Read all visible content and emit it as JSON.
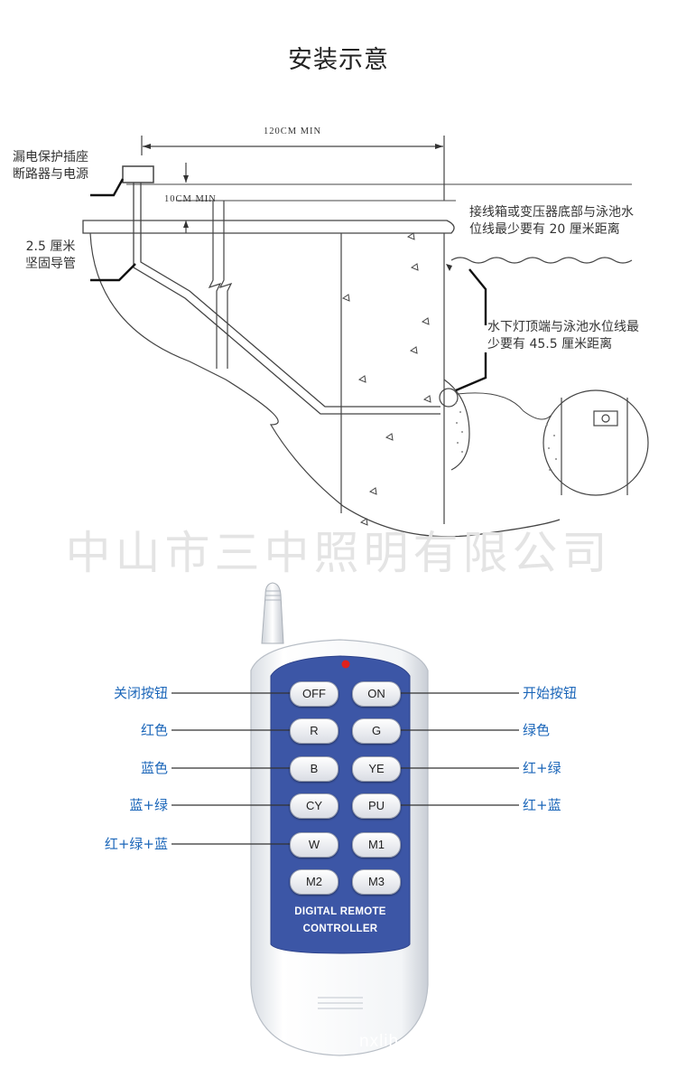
{
  "title": "安装示意",
  "diagram": {
    "labels": {
      "socket": "漏电保护插座\n断路器与电源",
      "conduit": "2.5 厘米\n坚固导管",
      "junction_box": "接线箱或变压器底部与泳池水\n位线最少要有 20 厘米距离",
      "light_top": "水下灯顶端与泳池水位线最\n少要有 45.5 厘米距离"
    },
    "dimensions": {
      "width_min": "120CM MIN",
      "height_min": "10CM MIN"
    }
  },
  "watermark": "中山市三中照明有限公司",
  "remote": {
    "buttons": [
      "OFF",
      "ON",
      "R",
      "G",
      "B",
      "YE",
      "CY",
      "PU",
      "W",
      "M1",
      "M2",
      "M3"
    ],
    "brand_line1": "DIGITAL REMOTE",
    "brand_line2": "CONTROLLER",
    "labels_left": [
      "关闭按钮",
      "红色",
      "蓝色",
      "蓝+绿",
      "红+绿+蓝"
    ],
    "labels_right": [
      "开始按钮",
      "绿色",
      "红+绿",
      "红+蓝"
    ],
    "watermark_text": "nxlih"
  },
  "colors": {
    "remote_panel": "#3c56a6",
    "label_blue": "#1b66b9",
    "led": "#e0211b"
  }
}
